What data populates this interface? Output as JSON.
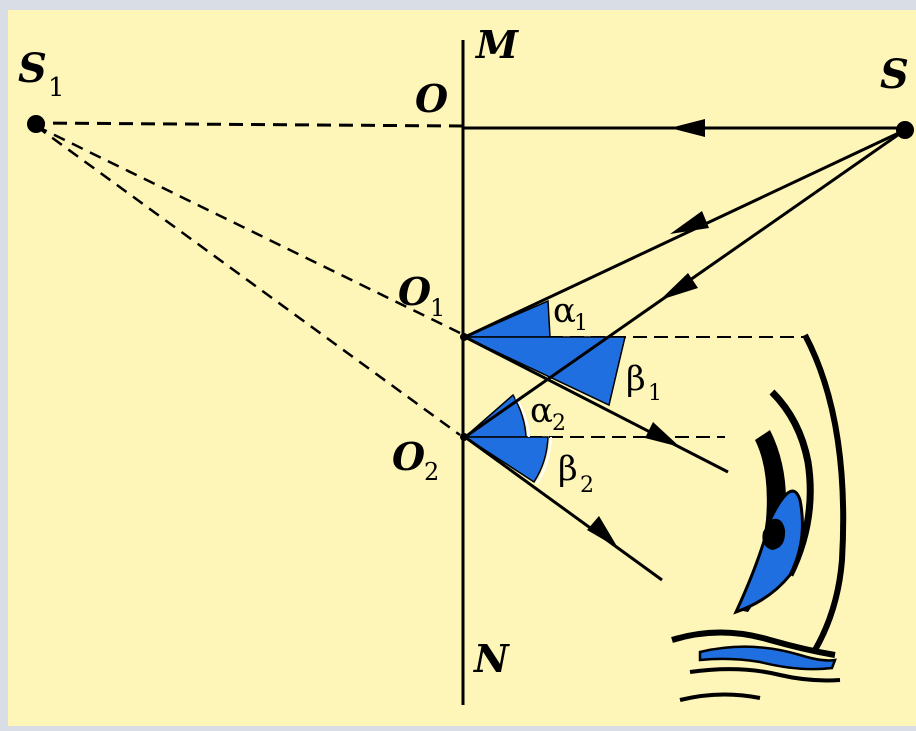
{
  "diagram": {
    "colors": {
      "paper": "#fdf6b8",
      "border": "#d9dde6",
      "ink": "#000000",
      "angle_fill": "#1f6fe0"
    },
    "labels": {
      "source_image": "S",
      "source_image_sub": "1",
      "source": "S",
      "mirror_top": "M",
      "mirror_bottom": "N",
      "point_o": "O",
      "point_o1": "O",
      "point_o1_sub": "1",
      "point_o2": "O",
      "point_o2_sub": "2",
      "alpha1": "α",
      "alpha1_sub": "1",
      "beta1": "β",
      "beta1_sub": "1",
      "alpha2": "α",
      "alpha2_sub": "2",
      "beta2": "β",
      "beta2_sub": "2"
    },
    "icons": [
      "eye-icon"
    ]
  }
}
